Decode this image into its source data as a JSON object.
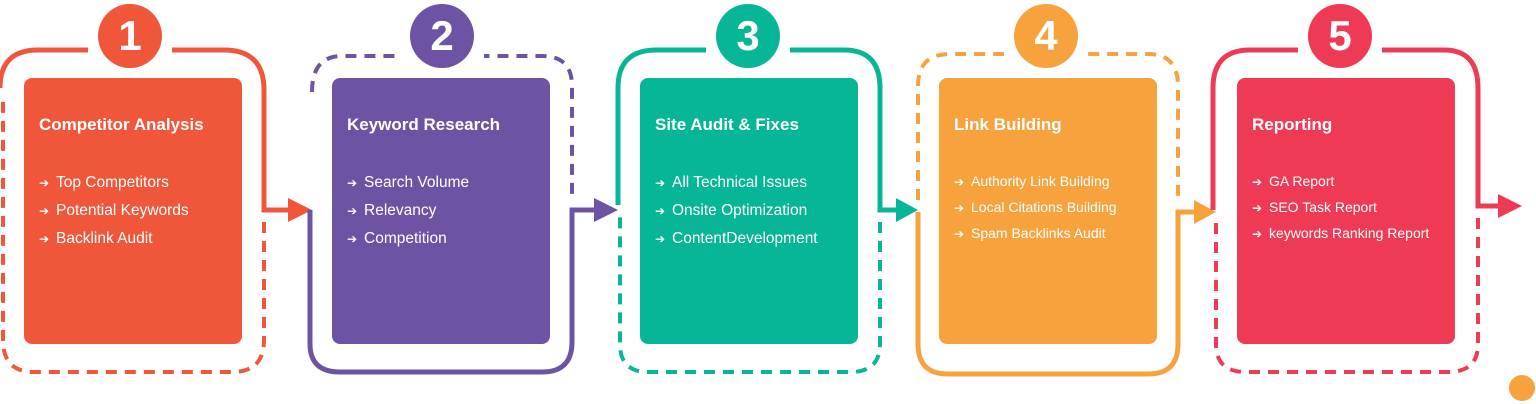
{
  "steps": [
    {
      "number": "1",
      "title": "Competitor Analysis",
      "color": "#F0573A",
      "items": [
        "Top Competitors",
        "Potential Keywords",
        "Backlink Audit"
      ]
    },
    {
      "number": "2",
      "title": "Keyword Research",
      "color": "#6D53A3",
      "items": [
        "Search Volume",
        "Relevancy",
        "Competition"
      ]
    },
    {
      "number": "3",
      "title": "Site Audit & Fixes",
      "color": "#07B597",
      "items": [
        "All Technical Issues",
        "Onsite Optimization",
        "ContentDevelopment"
      ]
    },
    {
      "number": "4",
      "title": "Link Building",
      "color": "#F8A23E",
      "items": [
        "Authority Link Building",
        "Local Citations Building",
        "Spam Backlinks Audit"
      ]
    },
    {
      "number": "5",
      "title": "Reporting",
      "color": "#EF3A56",
      "items": [
        "GA Report",
        "SEO Task Report",
        "keywords Ranking Report"
      ]
    }
  ],
  "icons": {
    "bullet": "right-arrow-icon"
  },
  "accent_dot_color": "#F8A23E"
}
